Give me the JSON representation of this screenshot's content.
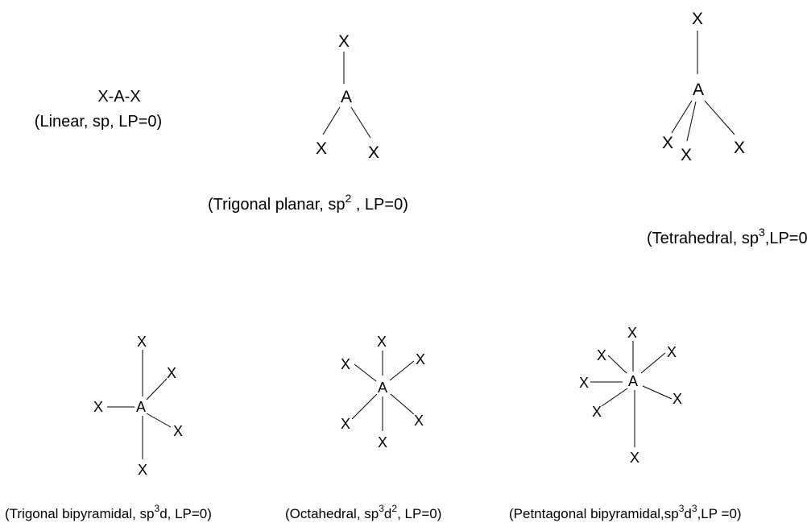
{
  "atoms": {
    "center": "A",
    "ligand": "X"
  },
  "linear": {
    "formula": "X-A-X",
    "caption": "(Linear, sp, LP=0)"
  },
  "trigonal_planar": {
    "caption": {
      "pre": "(Trigonal planar, sp",
      "sup": "2",
      "post": " , LP=0)"
    }
  },
  "tetrahedral": {
    "caption": {
      "pre": "(Tetrahedral, sp",
      "sup": "3",
      "post": ",LP=0)"
    }
  },
  "trigonal_bipyramidal": {
    "caption": {
      "pre": "(Trigonal bipyramidal, sp",
      "sup": "3",
      "post": "d, LP=0)"
    }
  },
  "octahedral": {
    "caption": {
      "pre": "(Octahedral, sp",
      "sup1": "3",
      "mid": "d",
      "sup2": "2",
      "post": ", LP=0)"
    }
  },
  "pentagonal_bipyramidal": {
    "caption": {
      "pre": "(Petntagonal bipyramidal,sp",
      "sup1": "3",
      "mid": "d",
      "sup2": "3",
      "post": ",LP =0)"
    }
  }
}
